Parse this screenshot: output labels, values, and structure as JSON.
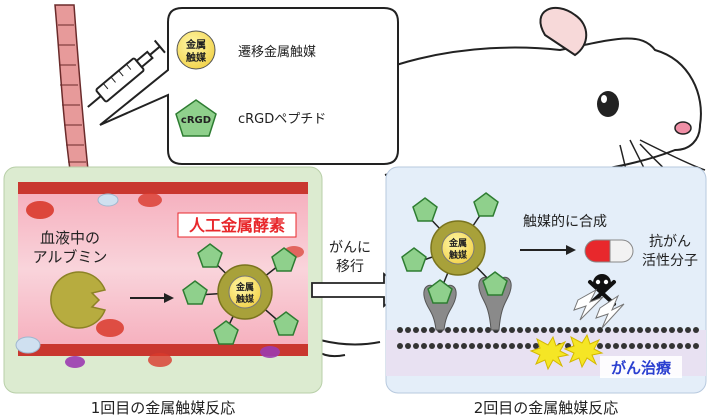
{
  "legend": {
    "catalyst_label": "遷移金属触媒",
    "catalyst_symbol": [
      "金属",
      "触媒"
    ],
    "peptide_symbol": "cRGD",
    "peptide_label": "cRGDペプチド"
  },
  "left_panel": {
    "albumin_label": [
      "血液中の",
      "アルブミン"
    ],
    "enzyme_label": "人工金属酵素",
    "catalyst_symbol": [
      "金属",
      "触媒"
    ],
    "caption": "1回目の金属触媒反応"
  },
  "transfer_label": [
    "がんに",
    "移行"
  ],
  "right_panel": {
    "synthesis_label": "触媒的に合成",
    "catalyst_symbol": [
      "金属",
      "触媒"
    ],
    "drug_label": [
      "抗がん",
      "活性分子"
    ],
    "therapy_label": "がん治療",
    "caption": "2回目の金属触媒反応"
  },
  "colors": {
    "left_panel_bg": "#dcebd0",
    "right_panel_bg": "#e4eef9",
    "vessel_interior": "#f7c3cd",
    "vessel_wall": "#c9372f",
    "catalyst": "#a8a13a",
    "peptide": "#8fd08c",
    "enzyme_text": "#e8282c",
    "therapy_text": "#2a3fd0",
    "rbc": "#d93a2c"
  }
}
